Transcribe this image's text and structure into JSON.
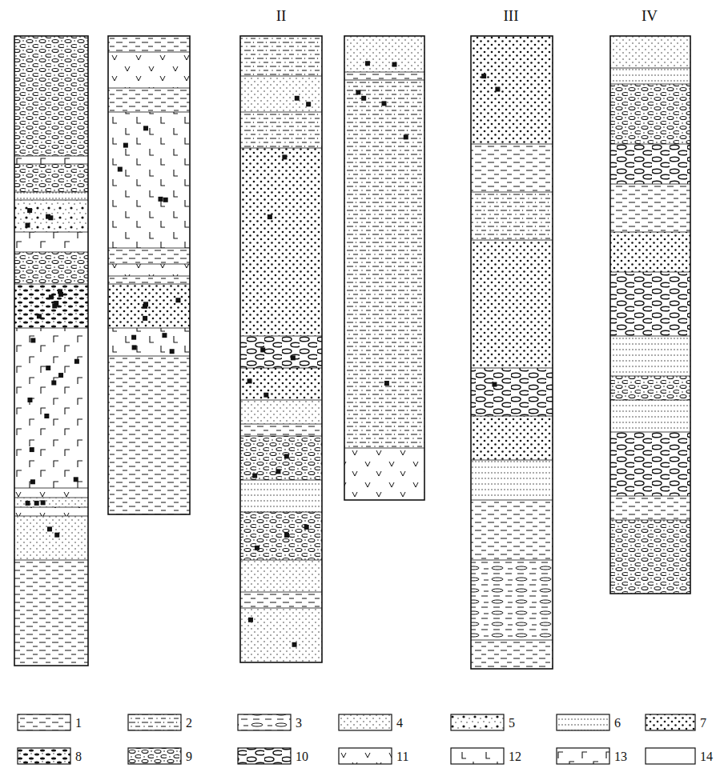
{
  "diagram": {
    "labels": [
      "II",
      "III",
      "IV"
    ],
    "legend": [
      {
        "text": "1"
      },
      {
        "text": "2"
      },
      {
        "text": "3"
      },
      {
        "text": "4"
      },
      {
        "text": "5"
      },
      {
        "text": "6"
      },
      {
        "text": "7"
      },
      {
        "text": "8"
      },
      {
        "text": "9"
      },
      {
        "text": "10"
      },
      {
        "text": "11"
      },
      {
        "text": "12"
      },
      {
        "text": "13"
      },
      {
        "text": "14"
      }
    ]
  }
}
